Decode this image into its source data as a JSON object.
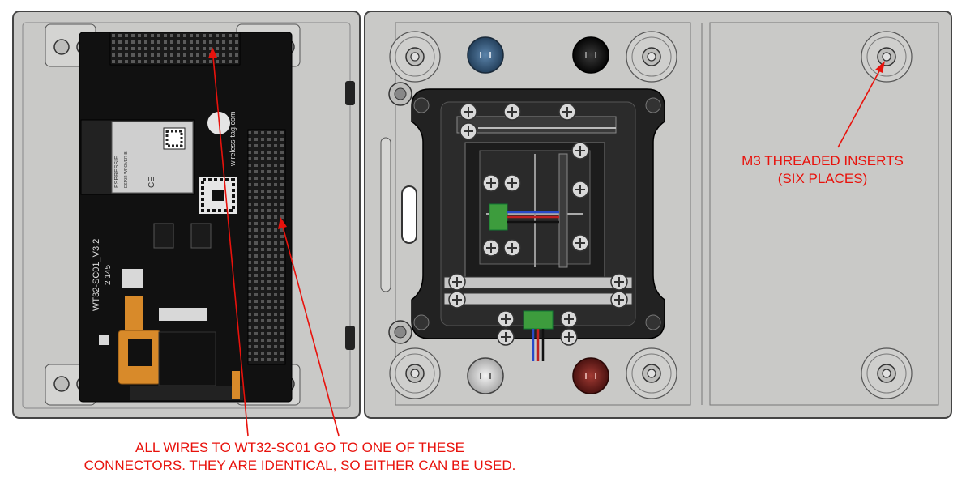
{
  "annotations": {
    "inserts": {
      "line1": "M3 THREADED INSERTS",
      "line2": "(SIX PLACES)"
    },
    "connectors": {
      "line1": "ALL WIRES TO WT32-SC01 GO TO ONE OF THESE",
      "line2": "CONNECTORS. THEY ARE IDENTICAL, SO EITHER CAN BE USED."
    }
  },
  "board_silkscreen": {
    "model": "WT32-SC01_V3.2",
    "date": "2 145",
    "brand": "wireless-tag.com",
    "module_brand": "ESPRESSIF",
    "module_model": "ESP32-WROVER-B",
    "ce_mark": "CE"
  },
  "colors": {
    "annotation": "#e8120c",
    "enclosure": "#c9c9c7",
    "pcb": "#111111",
    "button_blue": "#2f4f6f",
    "button_black": "#141414",
    "button_white": "#e2e2e2",
    "button_red": "#6e1e1a"
  }
}
